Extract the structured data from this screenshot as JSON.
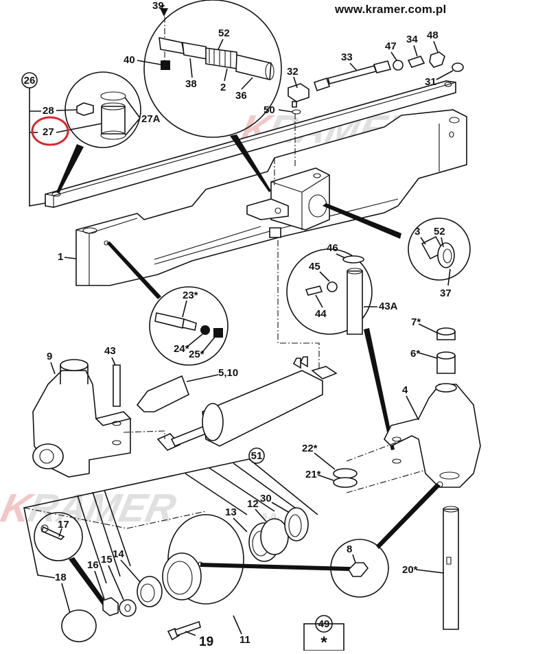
{
  "header": {
    "url": "www.kramer.com.pl"
  },
  "watermark": {
    "first_letter": "K",
    "rest": "RAMER",
    "suffix": "s.a.",
    "letter_color": "#e89a9a",
    "text_color": "#c8c8c8"
  },
  "highlight": {
    "part": "27",
    "color": "#d9262c"
  },
  "group_refs": {
    "g26": "26",
    "g51": "51",
    "g49": "49",
    "g49_symbol": "*"
  },
  "labels": {
    "p39": "39",
    "p40": "40",
    "p52a": "52",
    "p38": "38",
    "p2": "2",
    "p36": "36",
    "p28": "28",
    "p27": "27",
    "p27A": "27A",
    "p32": "32",
    "p50": "50",
    "p33": "33",
    "p47": "47",
    "p34": "34",
    "p48": "48",
    "p31": "31",
    "p1": "1",
    "p23": "23*",
    "p24": "24*",
    "p25": "25*",
    "p3": "3",
    "p52b": "52",
    "p37": "37",
    "p46": "46",
    "p45": "45",
    "p44": "44",
    "p43A": "43A",
    "p7": "7*",
    "p6": "6*",
    "p9": "9",
    "p43": "43",
    "p5_10": "5,10",
    "p4": "4",
    "p22": "22*",
    "p21": "21*",
    "p17": "17",
    "p18": "18",
    "p16": "16",
    "p15": "15",
    "p14": "14",
    "p13": "13",
    "p12": "12",
    "p30": "30",
    "p8": "8",
    "p20": "20*",
    "p19": "19",
    "p11": "11"
  }
}
